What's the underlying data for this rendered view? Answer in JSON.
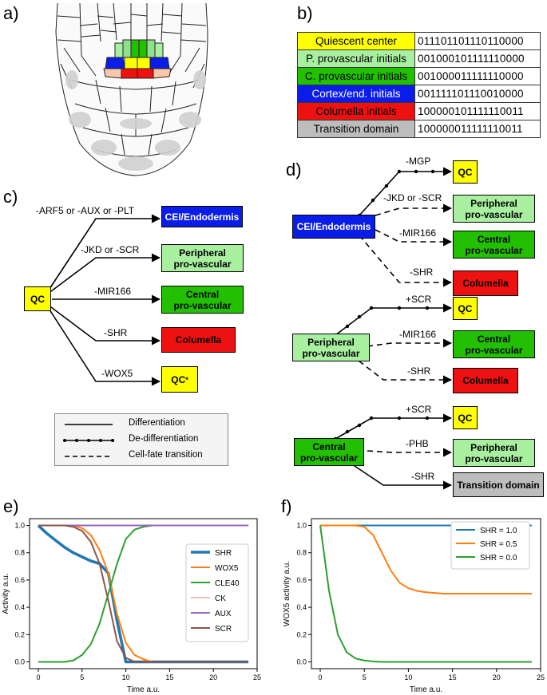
{
  "panels": {
    "a": "a)",
    "b": "b)",
    "c": "c)",
    "d": "d)",
    "e": "e)",
    "f": "f)"
  },
  "table": {
    "rows": [
      {
        "name": "Quiescent center",
        "code": "011101101110110000",
        "bg": "#ffff00",
        "fg": "#000000"
      },
      {
        "name": "P. provascular initials",
        "code": "001000101111110000",
        "bg": "#a8f0a0",
        "fg": "#000000"
      },
      {
        "name": "C. provascular initials",
        "code": "001000011111110000",
        "bg": "#22c000",
        "fg": "#000000"
      },
      {
        "name": "Cortex/end. initials",
        "code": "001111101110010000",
        "bg": "#0a1ce8",
        "fg": "#ffffff"
      },
      {
        "name": "Columella initials",
        "code": "100000101111110011",
        "bg": "#ee1111",
        "fg": "#000000"
      },
      {
        "name": "Transition domain",
        "code": "100000011111110011",
        "bg": "#bdbdbd",
        "fg": "#000000"
      }
    ]
  },
  "panel_c": {
    "source": "QC",
    "edges": [
      {
        "label": "-ARF5 or -AUX or -PLT",
        "target": "CEI/Endodermis"
      },
      {
        "label": "-JKD or -SCR",
        "target": "Peripheral pro-vascular"
      },
      {
        "label": "-MIR166",
        "target": "Central pro-vascular"
      },
      {
        "label": "-SHR",
        "target": "Columella"
      },
      {
        "label": "-WOX5",
        "target": "QC*"
      }
    ],
    "targets": {
      "cei": "CEI/Endodermis",
      "pp1": "Peripheral",
      "pp2": "pro-vascular",
      "cp1": "Central",
      "cp2": "pro-vascular",
      "col": "Columella",
      "qcs": "QC*"
    }
  },
  "legend": {
    "solid": "Differentiation",
    "dotted": "De-differentiation",
    "dashed": "Cell-fate transition"
  },
  "panel_d": {
    "g1": {
      "source": "CEI/Endodermis",
      "labels": [
        "-MGP",
        "-JKD or -SCR",
        "-MIR166",
        "-SHR"
      ],
      "t1": "QC",
      "t2a": "Peripheral",
      "t2b": "pro-vascular",
      "t3a": "Central",
      "t3b": "pro-vascular",
      "t4": "Columella"
    },
    "g2": {
      "source_a": "Peripheral",
      "source_b": "pro-vascular",
      "labels": [
        "+SCR",
        "-MIR166",
        "-SHR"
      ],
      "t1": "QC",
      "t2a": "Central",
      "t2b": "pro-vascular",
      "t3": "Columella"
    },
    "g3": {
      "source_a": "Central",
      "source_b": "pro-vascular",
      "labels": [
        "+SCR",
        "-PHB",
        "-SHR"
      ],
      "t1": "QC",
      "t2a": "Peripheral",
      "t2b": "pro-vascular",
      "t3": "Transition domain"
    }
  },
  "chart_data": [
    {
      "type": "line",
      "xlabel": "Time a.u.",
      "ylabel": "Activity a.u.",
      "xlim": [
        -1,
        25
      ],
      "ylim": [
        -0.05,
        1.05
      ],
      "xticks": [
        0,
        5,
        10,
        15,
        20,
        25
      ],
      "yticks": [
        0.0,
        0.2,
        0.4,
        0.6,
        0.8,
        1.0
      ],
      "legend_position": "center-right",
      "series": [
        {
          "name": "SHR",
          "color": "#1f77b4",
          "width": 3.5,
          "x": [
            0,
            1,
            2,
            3,
            4,
            5,
            6,
            7,
            8,
            9,
            10,
            11,
            12,
            24
          ],
          "y": [
            1.0,
            0.94,
            0.89,
            0.84,
            0.8,
            0.77,
            0.74,
            0.72,
            0.65,
            0.3,
            0.0,
            0.0,
            0.0,
            0.0
          ]
        },
        {
          "name": "WOX5",
          "color": "#ff7f0e",
          "width": 2,
          "x": [
            0,
            1,
            2,
            3,
            4,
            5,
            6,
            7,
            8,
            9,
            10,
            11,
            12,
            13,
            24
          ],
          "y": [
            1.0,
            1.0,
            1.0,
            1.0,
            1.0,
            0.98,
            0.93,
            0.82,
            0.65,
            0.35,
            0.14,
            0.05,
            0.02,
            0.0,
            0.0
          ]
        },
        {
          "name": "CLE40",
          "color": "#2ca02c",
          "width": 2,
          "x": [
            0,
            1,
            2,
            3,
            4,
            5,
            6,
            7,
            8,
            9,
            10,
            11,
            12,
            13,
            24
          ],
          "y": [
            0.0,
            0.0,
            0.0,
            0.0,
            0.01,
            0.05,
            0.13,
            0.28,
            0.5,
            0.72,
            0.9,
            0.97,
            0.99,
            1.0,
            1.0
          ]
        },
        {
          "name": "CK",
          "color": "#f08080",
          "width": 1,
          "x": [
            0,
            24
          ],
          "y": [
            1.0,
            1.0
          ]
        },
        {
          "name": "AUX",
          "color": "#9467bd",
          "width": 2,
          "x": [
            0,
            24
          ],
          "y": [
            1.0,
            1.0
          ]
        },
        {
          "name": "SCR",
          "color": "#8c564b",
          "width": 2,
          "x": [
            0,
            1,
            2,
            3,
            4,
            5,
            6,
            7,
            8,
            9,
            10,
            11,
            24
          ],
          "y": [
            1.0,
            1.0,
            1.0,
            1.0,
            0.99,
            0.96,
            0.88,
            0.72,
            0.45,
            0.15,
            0.03,
            0.0,
            0.0
          ]
        }
      ]
    },
    {
      "type": "line",
      "xlabel": "Time a.u.",
      "ylabel": "WOX5 activity a.u.",
      "xlim": [
        -1,
        25
      ],
      "ylim": [
        -0.05,
        1.05
      ],
      "xticks": [
        0,
        5,
        10,
        15,
        20,
        25
      ],
      "yticks": [
        0.0,
        0.2,
        0.4,
        0.6,
        0.8,
        1.0
      ],
      "legend_position": "upper-right",
      "series": [
        {
          "name": "SHR = 1.0",
          "color": "#1f77b4",
          "width": 2,
          "x": [
            0,
            24
          ],
          "y": [
            1.0,
            1.0
          ]
        },
        {
          "name": "SHR = 0.5",
          "color": "#ff7f0e",
          "width": 2,
          "x": [
            0,
            1,
            2,
            3,
            4,
            5,
            6,
            7,
            8,
            9,
            10,
            11,
            12,
            13,
            14,
            15,
            24
          ],
          "y": [
            1.0,
            1.0,
            1.0,
            1.0,
            1.0,
            0.99,
            0.93,
            0.8,
            0.67,
            0.58,
            0.54,
            0.52,
            0.51,
            0.505,
            0.5,
            0.5,
            0.5
          ]
        },
        {
          "name": "SHR = 0.0",
          "color": "#2ca02c",
          "width": 2,
          "x": [
            0,
            1,
            2,
            3,
            4,
            5,
            6,
            7,
            24
          ],
          "y": [
            1.0,
            0.52,
            0.2,
            0.07,
            0.025,
            0.01,
            0.003,
            0.0,
            0.0
          ]
        }
      ]
    }
  ]
}
